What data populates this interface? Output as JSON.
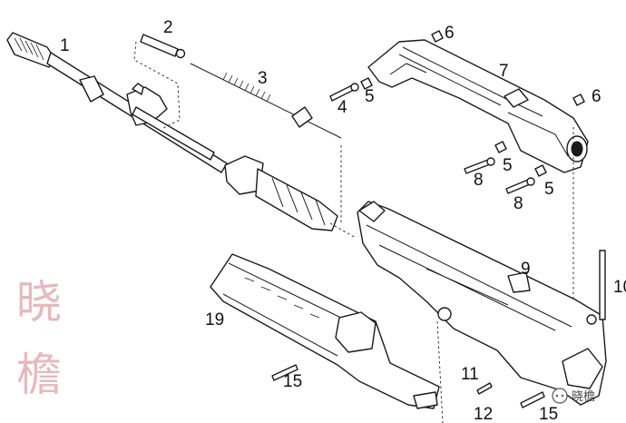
{
  "callouts": {
    "c1": "1",
    "c2": "2",
    "c3": "3",
    "c4": "4",
    "c5a": "5",
    "c5b": "5",
    "c5c": "5",
    "c6a": "6",
    "c6b": "6",
    "c7": "7",
    "c8a": "8",
    "c8b": "8",
    "c9": "9",
    "c10": "10",
    "c11": "11",
    "c12": "12",
    "c15a": "15",
    "c15b": "15",
    "c19": "19"
  },
  "watermark": {
    "calligraphy_top": "晓",
    "calligraphy_bottom": "檐",
    "badge_text": "晓檐"
  },
  "colors": {
    "line": "#1a1a1a",
    "watermark": "#e6b9bd",
    "background": "#ffffff"
  }
}
